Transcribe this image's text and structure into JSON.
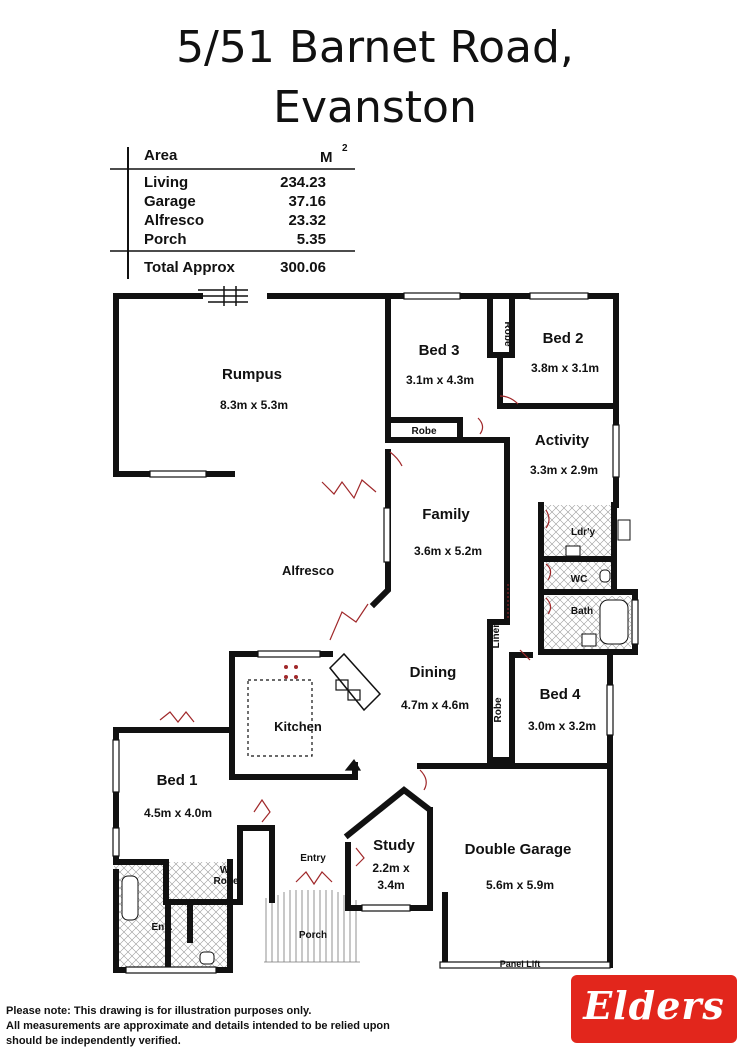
{
  "title": {
    "line1": "5/51 Barnet Road,",
    "line2": "Evanston"
  },
  "area_table": {
    "header_label": "Area",
    "header_unit": "M",
    "header_unit_sup": "2",
    "rows": [
      {
        "label": "Living",
        "value": "234.23"
      },
      {
        "label": "Garage",
        "value": "37.16"
      },
      {
        "label": "Alfresco",
        "value": "23.32"
      },
      {
        "label": "Porch",
        "value": "5.35"
      }
    ],
    "total": {
      "label": "Total Approx",
      "value": "300.06"
    }
  },
  "rooms": {
    "rumpus": {
      "name": "Rumpus",
      "dims": "8.3m x 5.3m"
    },
    "bed3": {
      "name": "Bed 3",
      "dims": "3.1m x 4.3m"
    },
    "bed2": {
      "name": "Bed 2",
      "dims": "3.8m x 3.1m"
    },
    "activity": {
      "name": "Activity",
      "dims": "3.3m x 2.9m"
    },
    "family": {
      "name": "Family",
      "dims": "3.6m x 5.2m"
    },
    "alfresco": {
      "name": "Alfresco"
    },
    "dining": {
      "name": "Dining",
      "dims": "4.7m x 4.6m"
    },
    "kitchen": {
      "name": "Kitchen"
    },
    "bed4": {
      "name": "Bed 4",
      "dims": "3.0m x 3.2m"
    },
    "bed1": {
      "name": "Bed 1",
      "dims": "4.5m x 4.0m"
    },
    "study": {
      "name": "Study",
      "dims_line1": "2.2m x",
      "dims_line2": "3.4m"
    },
    "double_garage": {
      "name": "Double Garage",
      "dims": "5.6m x 5.9m"
    },
    "entry": {
      "name": "Entry"
    },
    "porch": {
      "name": "Porch"
    },
    "ens": {
      "name": "Ens."
    },
    "wi_robe": {
      "line1": "WI",
      "line2": "Robe"
    },
    "robe_bed3": {
      "name": "Robe"
    },
    "robe_bed2": {
      "name": "Robe"
    },
    "robe_bed4": {
      "name": "Robe"
    },
    "linen": {
      "name": "Linen"
    },
    "laundry": {
      "name": "Ldr'y"
    },
    "wc": {
      "name": "WC"
    },
    "bath": {
      "name": "Bath"
    },
    "panel_lift": {
      "name": "Panel Lift"
    }
  },
  "note": {
    "line1": "Please note: This drawing is for illustration purposes only.",
    "line2": "All measurements are approximate and details intended to be relied upon",
    "line3": "should be independently verified."
  },
  "logo": {
    "text": "Elders",
    "color": "#e2261c"
  }
}
